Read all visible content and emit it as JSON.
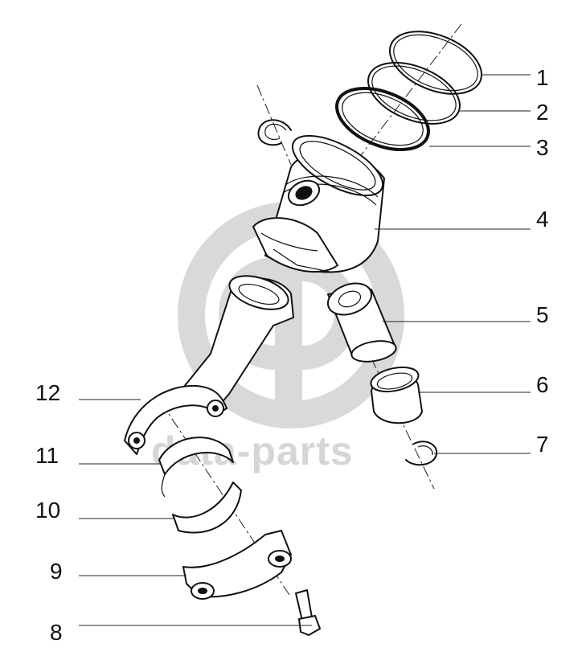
{
  "watermark": {
    "text": "data-parts",
    "color": "#d6d6d6"
  },
  "callouts": [
    {
      "number": "1"
    },
    {
      "number": "2"
    },
    {
      "number": "3"
    },
    {
      "number": "4"
    },
    {
      "number": "5"
    },
    {
      "number": "6"
    },
    {
      "number": "7"
    },
    {
      "number": "8"
    },
    {
      "number": "9"
    },
    {
      "number": "10"
    },
    {
      "number": "11"
    },
    {
      "number": "12"
    }
  ]
}
